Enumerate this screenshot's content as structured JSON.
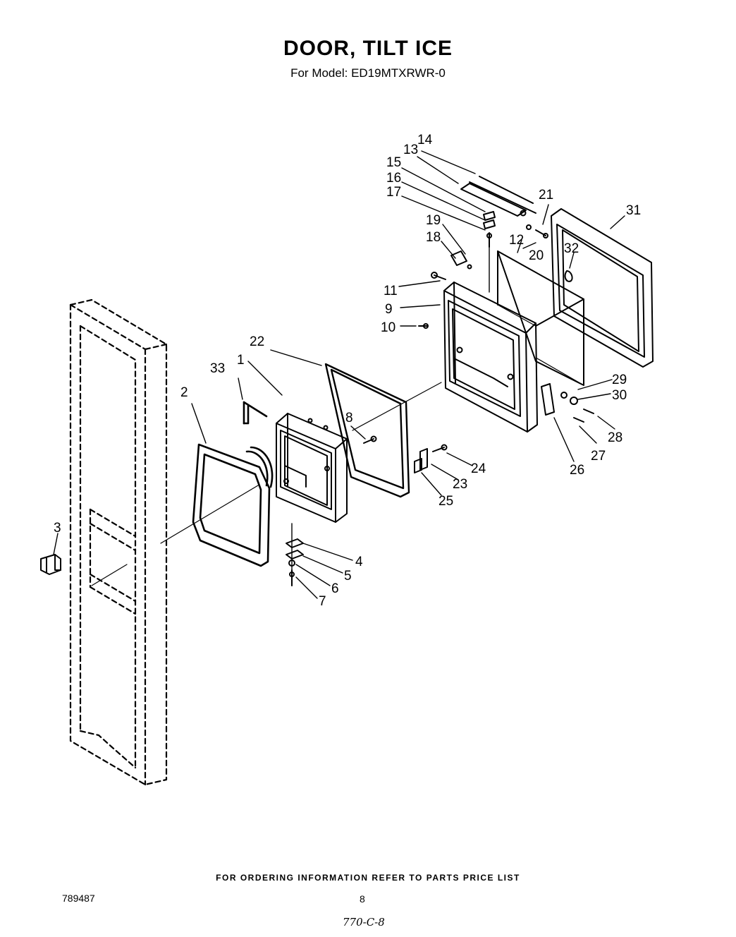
{
  "header": {
    "title": "DOOR, TILT ICE",
    "subtitle": "For Model: ED19MTXRWR-0"
  },
  "diagram": {
    "callouts": [
      "1",
      "2",
      "3",
      "4",
      "5",
      "6",
      "7",
      "8",
      "9",
      "10",
      "11",
      "12",
      "13",
      "14",
      "15",
      "16",
      "17",
      "18",
      "19",
      "20",
      "21",
      "22",
      "23",
      "24",
      "25",
      "26",
      "27",
      "28",
      "29",
      "30",
      "31",
      "32",
      "33"
    ]
  },
  "footer": {
    "ordering_note": "FOR ORDERING INFORMATION REFER TO PARTS PRICE LIST",
    "doc_number": "789487",
    "page_number": "8",
    "handwritten_note": "770-C-8"
  }
}
